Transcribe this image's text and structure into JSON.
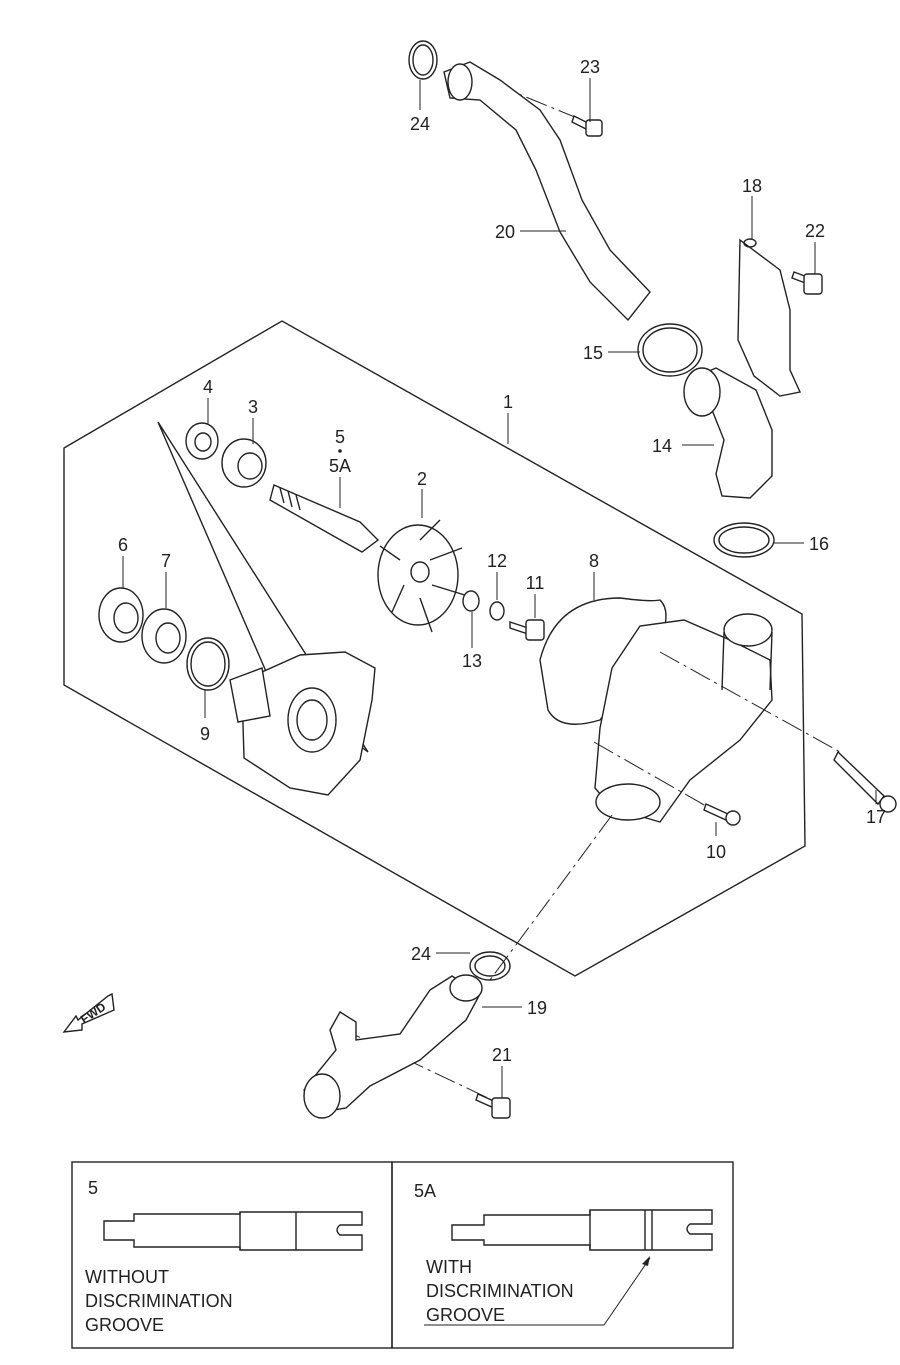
{
  "callouts": [
    "1",
    "2",
    "3",
    "4",
    "5",
    "5A",
    "6",
    "7",
    "8",
    "9",
    "10",
    "11",
    "12",
    "13",
    "14",
    "15",
    "16",
    "17",
    "18",
    "19",
    "20",
    "21",
    "22",
    "23",
    "24",
    "24"
  ],
  "fwd_label": "FWD",
  "detail_boxes": [
    {
      "title": "5",
      "caption": [
        "WITHOUT",
        "DISCRIMINATION",
        "GROOVE"
      ]
    },
    {
      "title": "5A",
      "caption": [
        "WITH",
        "DISCRIMINATION",
        "GROOVE"
      ]
    }
  ]
}
